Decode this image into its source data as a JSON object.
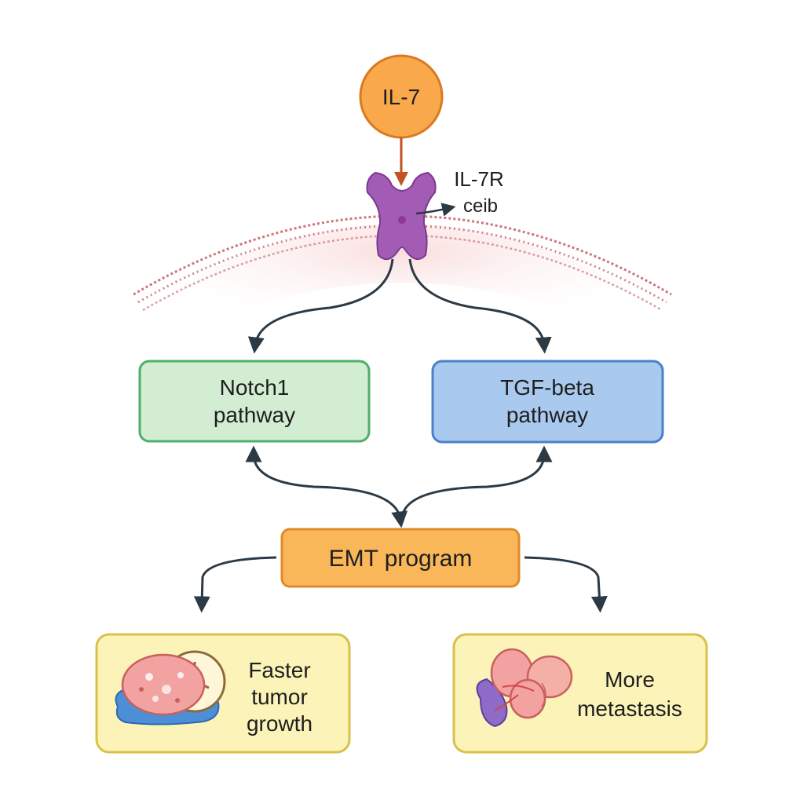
{
  "ligand": {
    "label": "IL-7"
  },
  "receptor": {
    "label": "IL-7R",
    "sublabel": "ceib"
  },
  "pathways": {
    "notch": {
      "line1": "Notch1",
      "line2": "pathway"
    },
    "tgf": {
      "line1": "TGF-beta",
      "line2": "pathway"
    }
  },
  "emt": {
    "label": "EMT program"
  },
  "outcomes": {
    "growth": {
      "line1": "Faster",
      "line2": "tumor",
      "line3": "growth"
    },
    "metastasis": {
      "line1": "More",
      "line2": "metastasis"
    }
  },
  "colors": {
    "ligand_fill": "#F9A94B",
    "ligand_stroke": "#D97A1F",
    "receptor_fill": "#A35CB5",
    "membrane": "#C0535A",
    "notch_fill": "#D3EDD3",
    "notch_stroke": "#4CAF6A",
    "tgf_fill": "#A9C9EE",
    "tgf_stroke": "#4A80C8",
    "emt_fill": "#F9B75A",
    "emt_stroke": "#E08A2A",
    "outcome_fill": "#FBF3B8",
    "outcome_stroke": "#D8C14A",
    "arrow": "#2B3A45",
    "arrow_accent": "#C0531F"
  }
}
